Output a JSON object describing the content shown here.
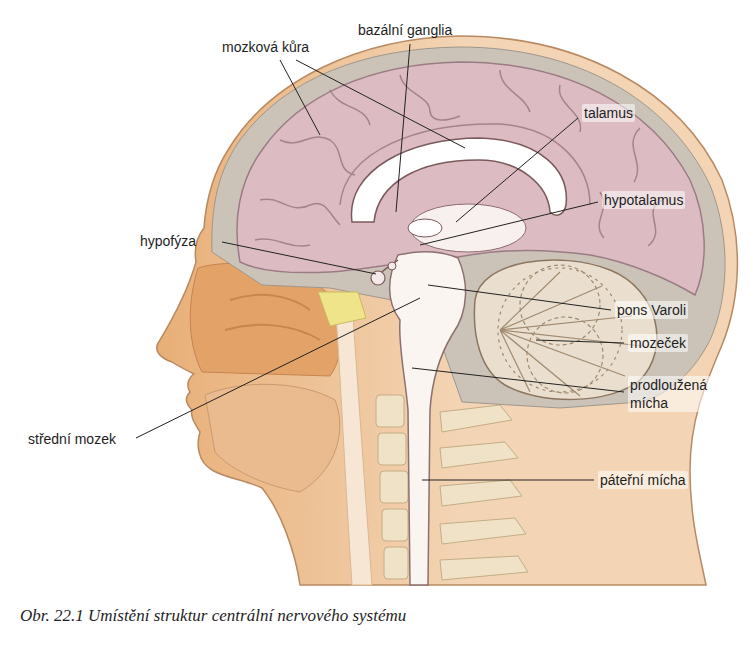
{
  "diagram": {
    "caption": "Obr. 22.1 Umístění struktur centrální nervového systému",
    "labels": [
      "mozková kůra",
      "bazální ganglia",
      "talamus",
      "hypotalamus",
      "hypofýza",
      "pons Varoli",
      "mozeček",
      "prodloužená mícha",
      "střední mozek",
      "páteřní mícha"
    ]
  }
}
